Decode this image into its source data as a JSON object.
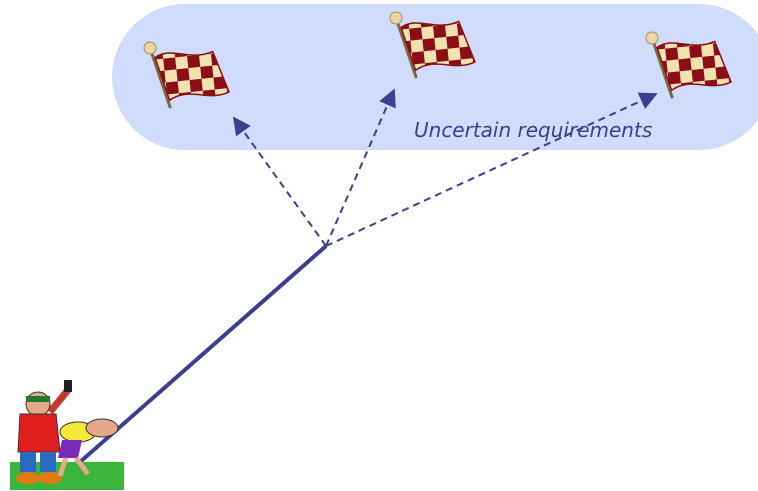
{
  "caption": "Uncertain requirements",
  "colors": {
    "cloud_fill": "#d0dcfb",
    "line": "#3a3f8f",
    "flag_pole_knob": "#ead7a3",
    "flag_dark": "#8b0e16",
    "flag_light": "#f2e2b0",
    "grass": "#3bb43b"
  },
  "icons": [
    "checkered-flag-icon",
    "starter-with-pistol-clipart",
    "runner-clipart"
  ]
}
